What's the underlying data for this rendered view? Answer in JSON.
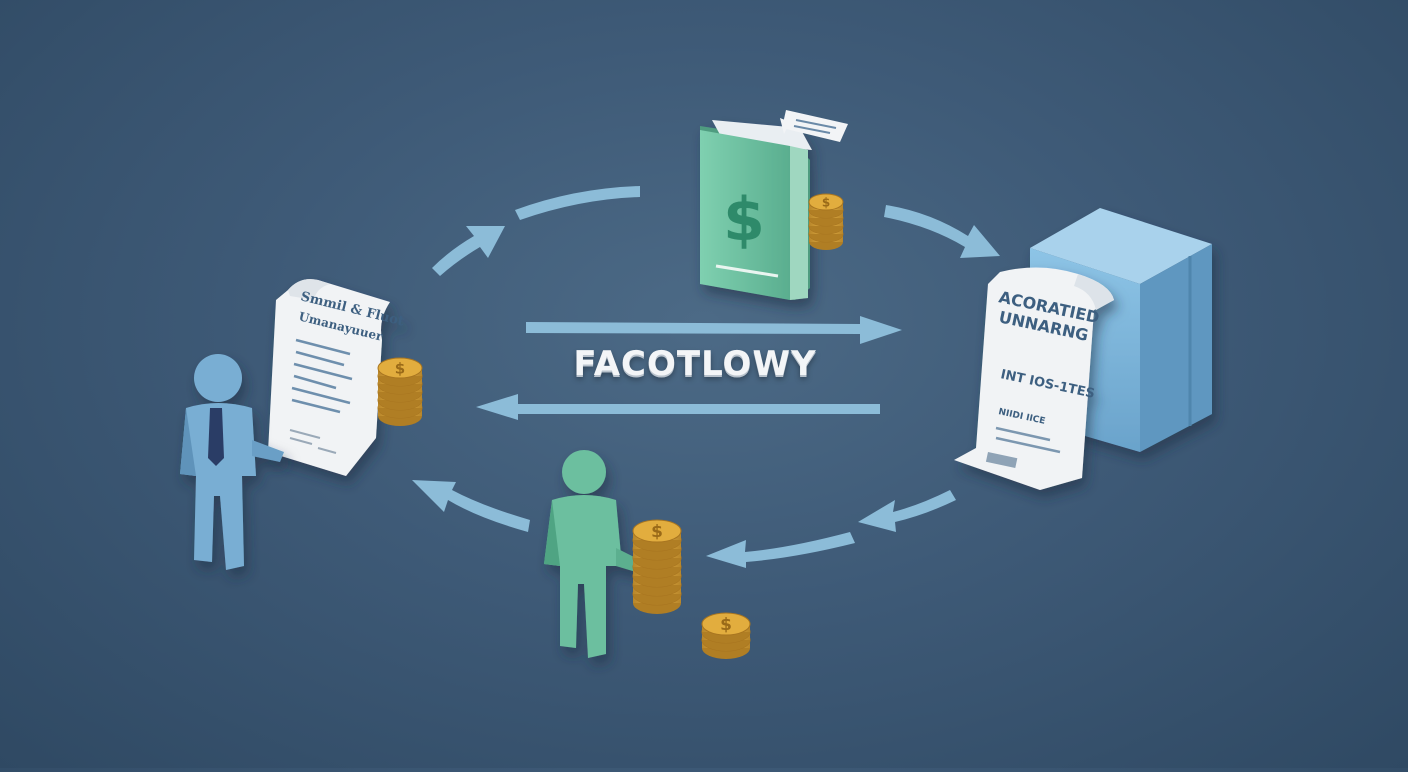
{
  "diagram": {
    "title": "FACOTLOWY",
    "left_document": {
      "heading_line1": "Smmil & Fluot",
      "heading_line2": "Umanayuuer"
    },
    "right_document": {
      "heading_line1": "ACORATIED",
      "heading_line2": "UNNARNG",
      "subheading": "INT IOS-1TES",
      "footer": "NIIDI IICE"
    },
    "book_icon_symbol": "$",
    "coin_symbol": "$",
    "icons": [
      "business-person-icon",
      "invoice-document-icon",
      "coin-stack-icon",
      "cash-book-icon",
      "factor-building-icon",
      "customer-person-icon",
      "cycle-arrow-icon"
    ],
    "colors": {
      "background": "#3e5a77",
      "arrow": "#8cbcd8",
      "blue_person": "#79aed3",
      "green_person": "#6cbf9f",
      "book": "#6fc1a1",
      "box": "#7fb6dc",
      "coin": "#d9a53a",
      "title_text": "#f3f5f7"
    }
  }
}
